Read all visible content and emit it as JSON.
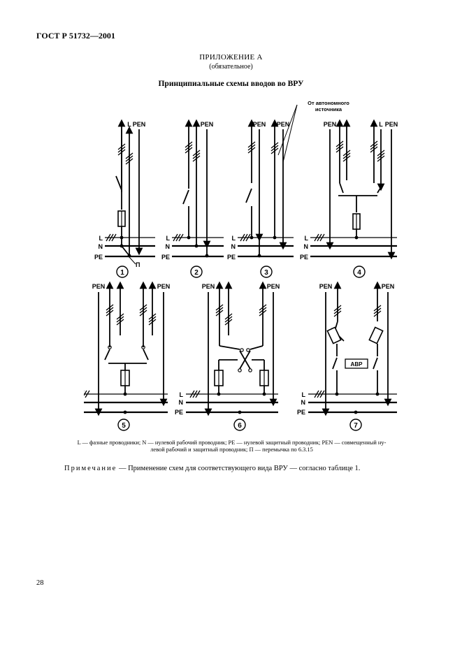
{
  "header": {
    "standard_code": "ГОСТ Р 51732—2001"
  },
  "appendix": {
    "title": "ПРИЛОЖЕНИЕ А",
    "subtitle": "(обязательное)"
  },
  "figure": {
    "title": "Принципиальные схемы вводов во ВРУ",
    "source_label_line1": "От автономного",
    "source_label_line2": "источника",
    "busbars": {
      "l": "L",
      "n": "N",
      "pe": "PE"
    },
    "conductors": {
      "l": "L",
      "pe": "PE",
      "pen": "PEN",
      "n": "N"
    },
    "jumper_label": "П",
    "avr_label": "АВР",
    "schemes": [
      "1",
      "2",
      "3",
      "4",
      "5",
      "6",
      "7"
    ]
  },
  "legend": {
    "line1": "L — фазные проводники; N — нулевой рабочий проводник; PE — нулевой защитный проводник; PEN — совмещенный ну-",
    "line2": "левой рабочий и защитный проводник; П — перемычка по 6.3.15"
  },
  "note": {
    "prefix": "Примечание",
    "text": " — Применение схем для соответствующего вида ВРУ — согласно таблице 1."
  },
  "footer": {
    "page_number": "28"
  }
}
